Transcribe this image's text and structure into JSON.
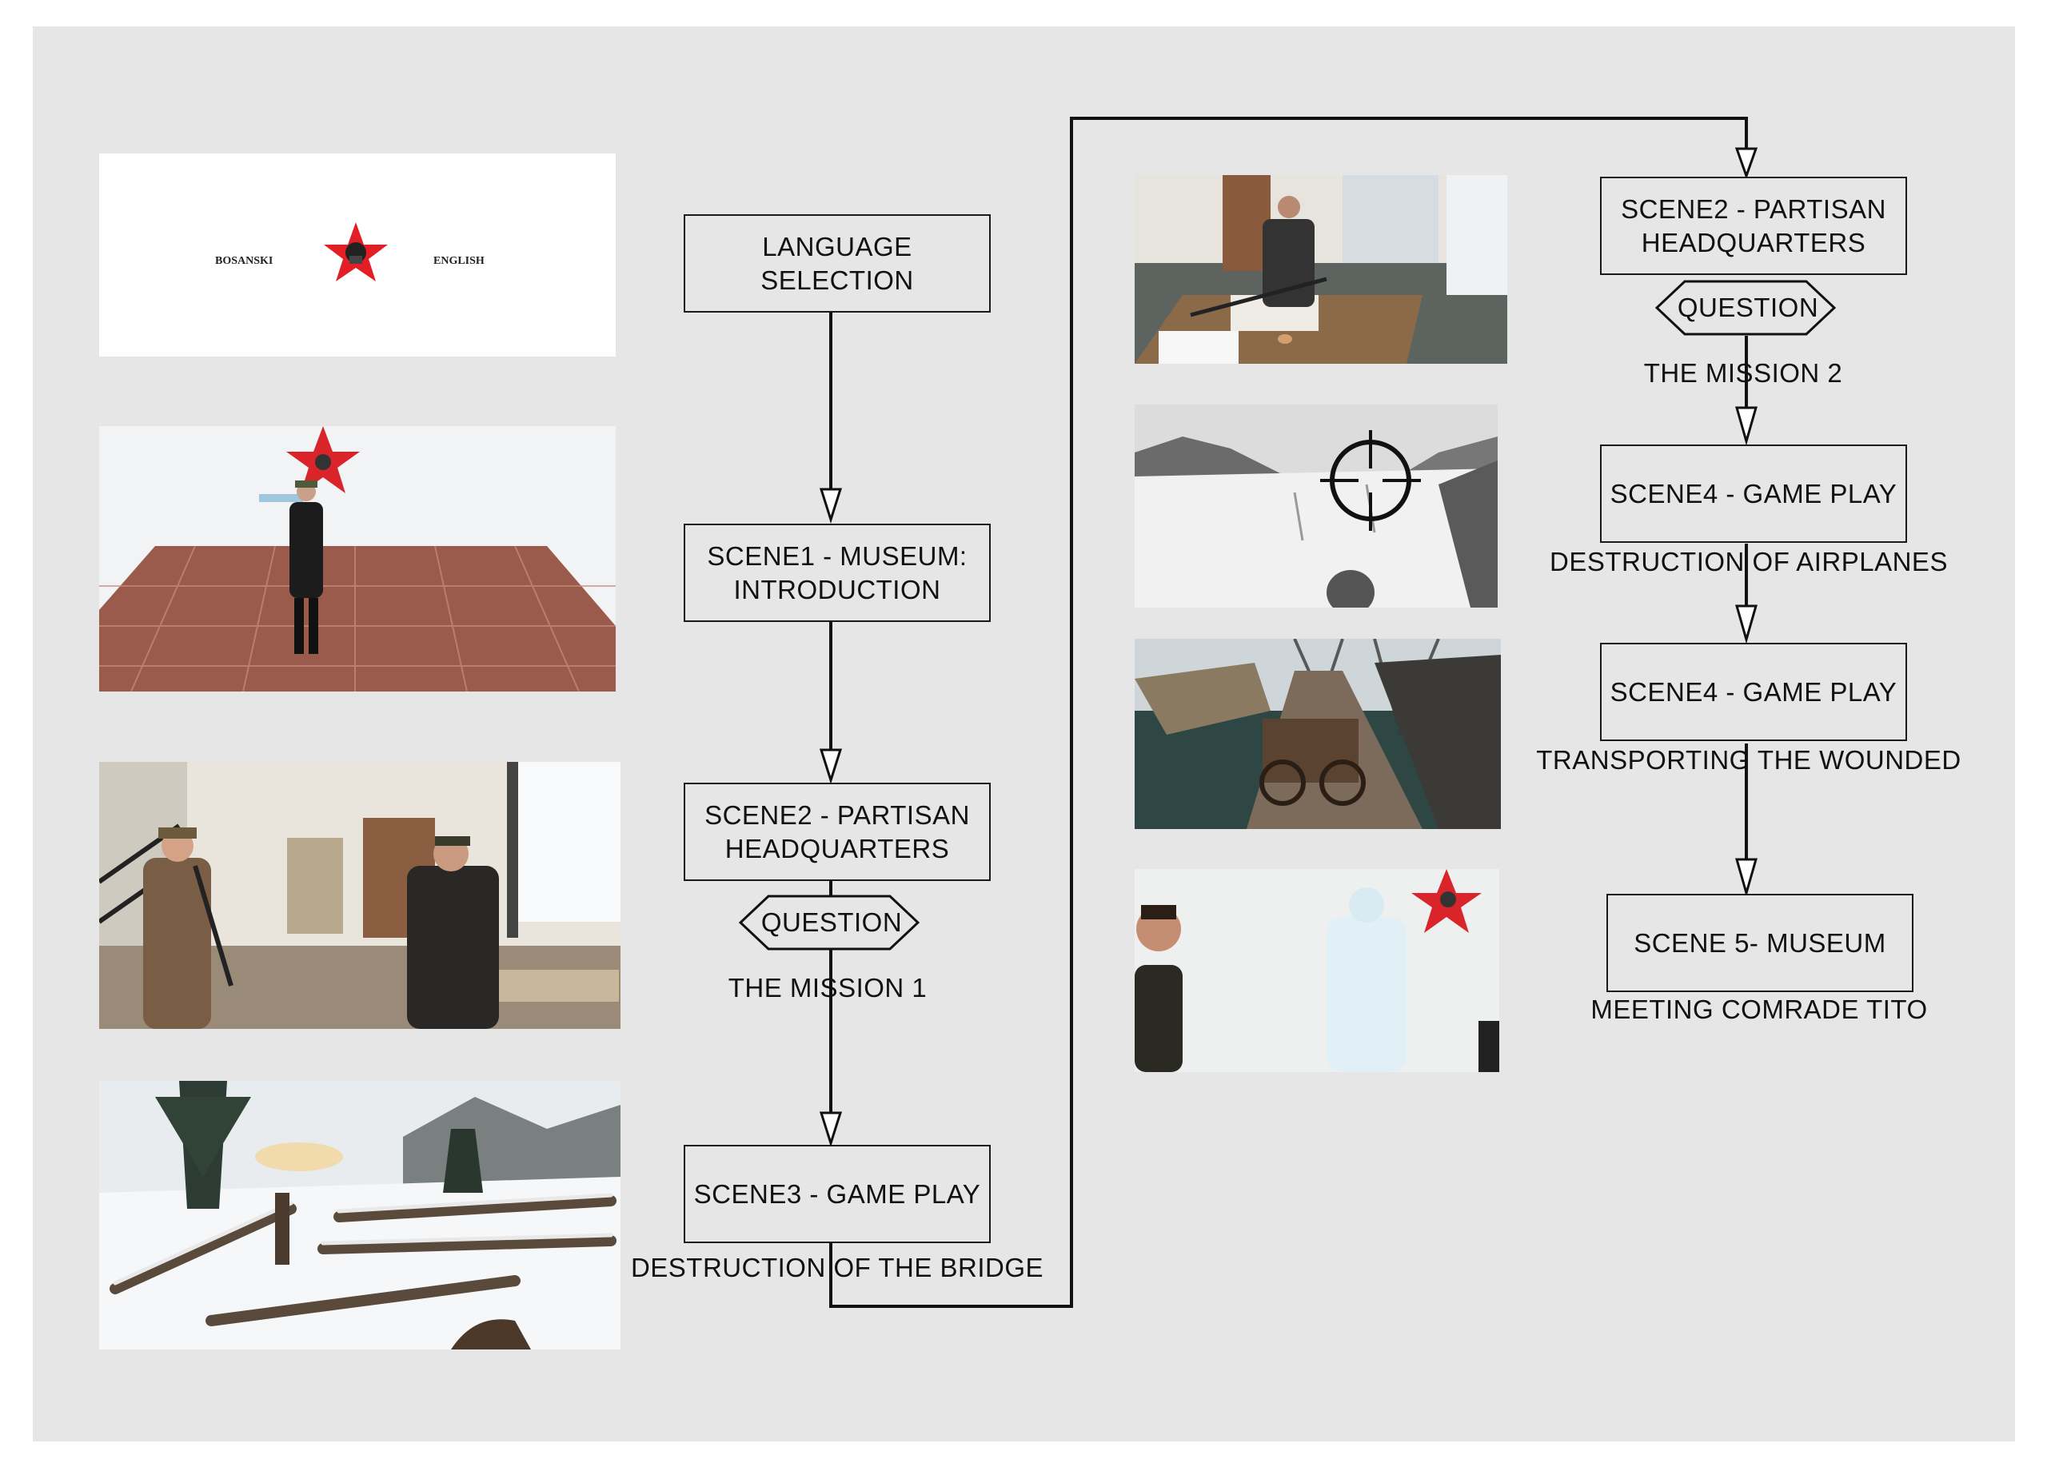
{
  "flow": {
    "language_selection": "LANGUAGE SELECTION",
    "scene1_line1": "SCENE1 - MUSEUM:",
    "scene1_line2": "INTRODUCTION",
    "scene2a_line1": "SCENE2 - PARTISAN",
    "scene2a_line2": "HEADQUARTERS",
    "question_1": "QUESTION",
    "mission_1": "THE MISSION 1",
    "scene3": "SCENE3 - GAME PLAY",
    "scene3_caption": "DESTRUCTION OF THE BRIDGE",
    "scene2b_line1": "SCENE2 - PARTISAN",
    "scene2b_line2": "HEADQUARTERS",
    "question_2": "QUESTION",
    "mission_2": "THE MISSION 2",
    "scene4a": "SCENE4 - GAME PLAY",
    "scene4a_caption": "DESTRUCTION OF AIRPLANES",
    "scene4b": "SCENE4 - GAME PLAY",
    "scene4b_caption": "TRANSPORTING THE WOUNDED",
    "scene5": "SCENE 5- MUSEUM",
    "scene5_caption": "MEETING COMRADE TITO"
  },
  "language_screen": {
    "left": "BOSANSKI",
    "right": "ENGLISH"
  },
  "colors": {
    "panel": "#e6e6e6",
    "star_red": "#e31e24",
    "line": "#111111"
  }
}
